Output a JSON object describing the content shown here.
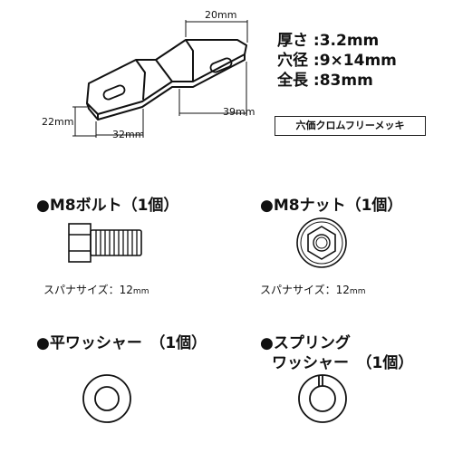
{
  "bracket": {
    "dim_top": "20mm",
    "dim_left": "22mm",
    "dim_bottom": "32mm",
    "dim_right": "39mm"
  },
  "specs": [
    {
      "label": "厚さ",
      "value": ":3.2mm"
    },
    {
      "label": "穴径",
      "value": ":9×14mm"
    },
    {
      "label": "全長",
      "value": ":83mm"
    }
  ],
  "finish": "六価クロムフリーメッキ",
  "bolt": {
    "title": "●M8ボルト（1個）",
    "spanner_label": "スパナサイズ：12",
    "spanner_unit": "mm"
  },
  "nut": {
    "title": "●M8ナット（1個）",
    "spanner_label": "スパナサイズ：12",
    "spanner_unit": "mm"
  },
  "flat_washer": {
    "title": "●平ワッシャー　（1個）"
  },
  "spring_washer": {
    "title_line1": "●スプリング",
    "title_line2": "ワッシャー　（1個）"
  }
}
